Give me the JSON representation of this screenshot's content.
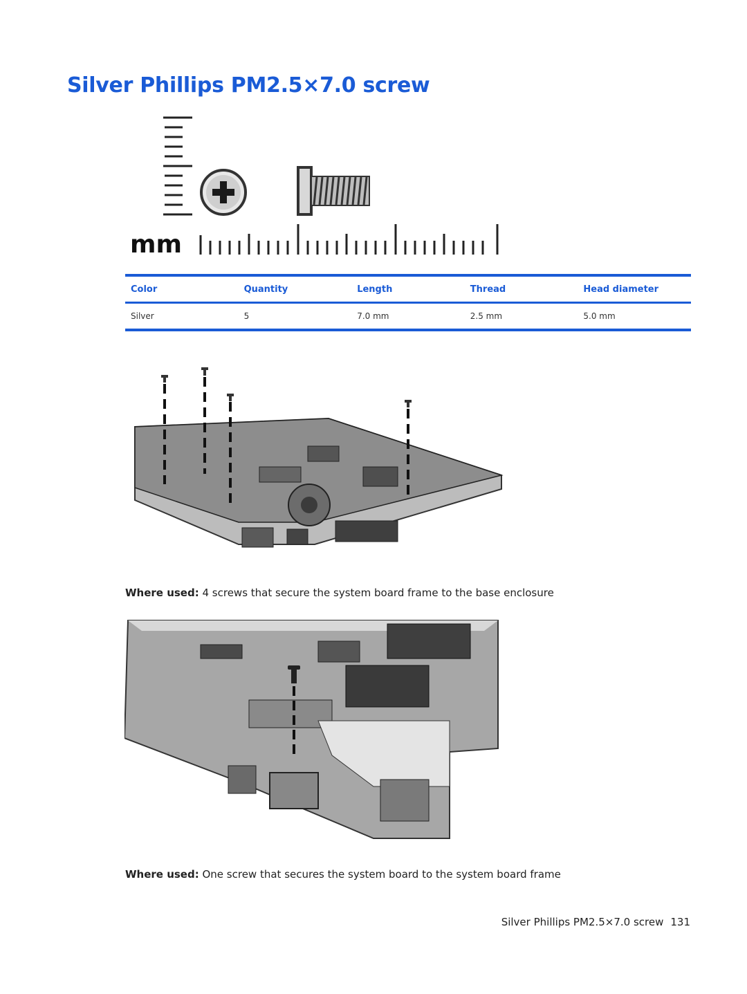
{
  "page": {
    "title": "Silver Phillips PM2.5×7.0 screw",
    "scale_label": "mm",
    "table": {
      "headers": [
        "Color",
        "Quantity",
        "Length",
        "Thread",
        "Head diameter"
      ],
      "row": [
        "Silver",
        "5",
        "7.0 mm",
        "2.5 mm",
        "5.0 mm"
      ]
    },
    "usage": [
      {
        "label": "Where used:",
        "text": " 4 screws that secure the system board frame to the base enclosure"
      },
      {
        "label": "Where used:",
        "text": " One screw that secures the system board to the system board frame"
      }
    ],
    "footer": {
      "text": "Silver Phillips PM2.5×7.0 screw",
      "page_number": "131"
    },
    "colors": {
      "accent": "#1a5bd6"
    }
  }
}
